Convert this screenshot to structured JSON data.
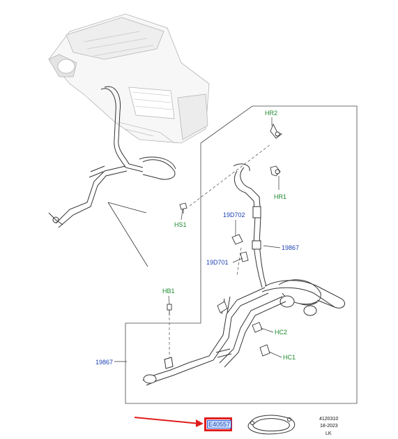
{
  "callouts": {
    "hr2": "HR2",
    "hr1": "HR1",
    "hs1": "HS1",
    "p19d702": "19D702",
    "p19d701": "19D701",
    "p19867_upper": "19867",
    "p19867_lower": "19867",
    "hb1": "HB1",
    "hc2": "HC2",
    "hc1": "HC1"
  },
  "part_number": "E40557",
  "drawing_code": "4120310",
  "drawing_date": "18-2023",
  "drawing_initials": "LK",
  "colors": {
    "callout_green": "#1c8a2e",
    "callout_blue": "#1a3fb0",
    "highlight_red": "#e01d1d",
    "line_art": "#333333"
  }
}
